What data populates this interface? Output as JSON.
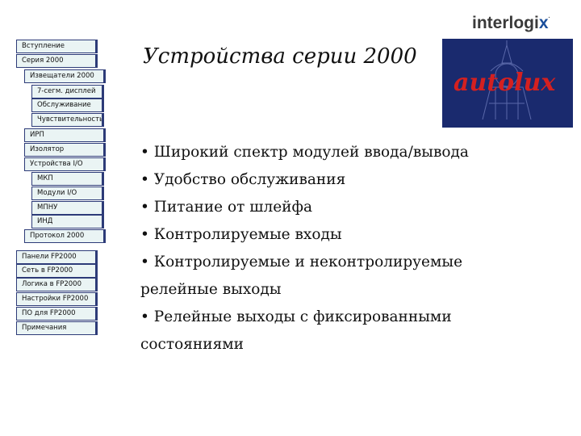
{
  "brand": {
    "logo_text": "interlogi",
    "logo_x": "x",
    "logo_reg": "."
  },
  "slide": {
    "title": "Устройства серии 2000"
  },
  "badge": {
    "logo_text": "autolux"
  },
  "nav": {
    "items": [
      "Вступление",
      "Серия 2000",
      "Извещатели 2000",
      "7-сегм. дисплей",
      "Обслуживание",
      "Чувствительность",
      "ИРП",
      "Изолятор",
      "Устройства I/O",
      "МКП",
      "Модули I/O",
      "МПНУ",
      "ИНД",
      "Протокол 2000",
      "Панели FP2000",
      "Сеть в FP2000",
      "Логика в FP2000",
      "Настройки FP2000",
      "ПО для FP2000",
      "Примечания"
    ]
  },
  "content": {
    "lines": [
      "• Широкий спектр модулей ввода/вывода",
      "• Удобство обслуживания",
      "• Питание от шлейфа",
      "• Контролируемые входы",
      "• Контролируемые и неконтролируемые",
      "релейные выходы",
      "• Релейные выходы с фиксированными",
      "состояниями"
    ]
  },
  "colors": {
    "nav_border": "#2d3b78",
    "nav_bg": "#eaf4f4",
    "badge_bg": "#1a2a6e",
    "badge_text": "#d42020"
  }
}
